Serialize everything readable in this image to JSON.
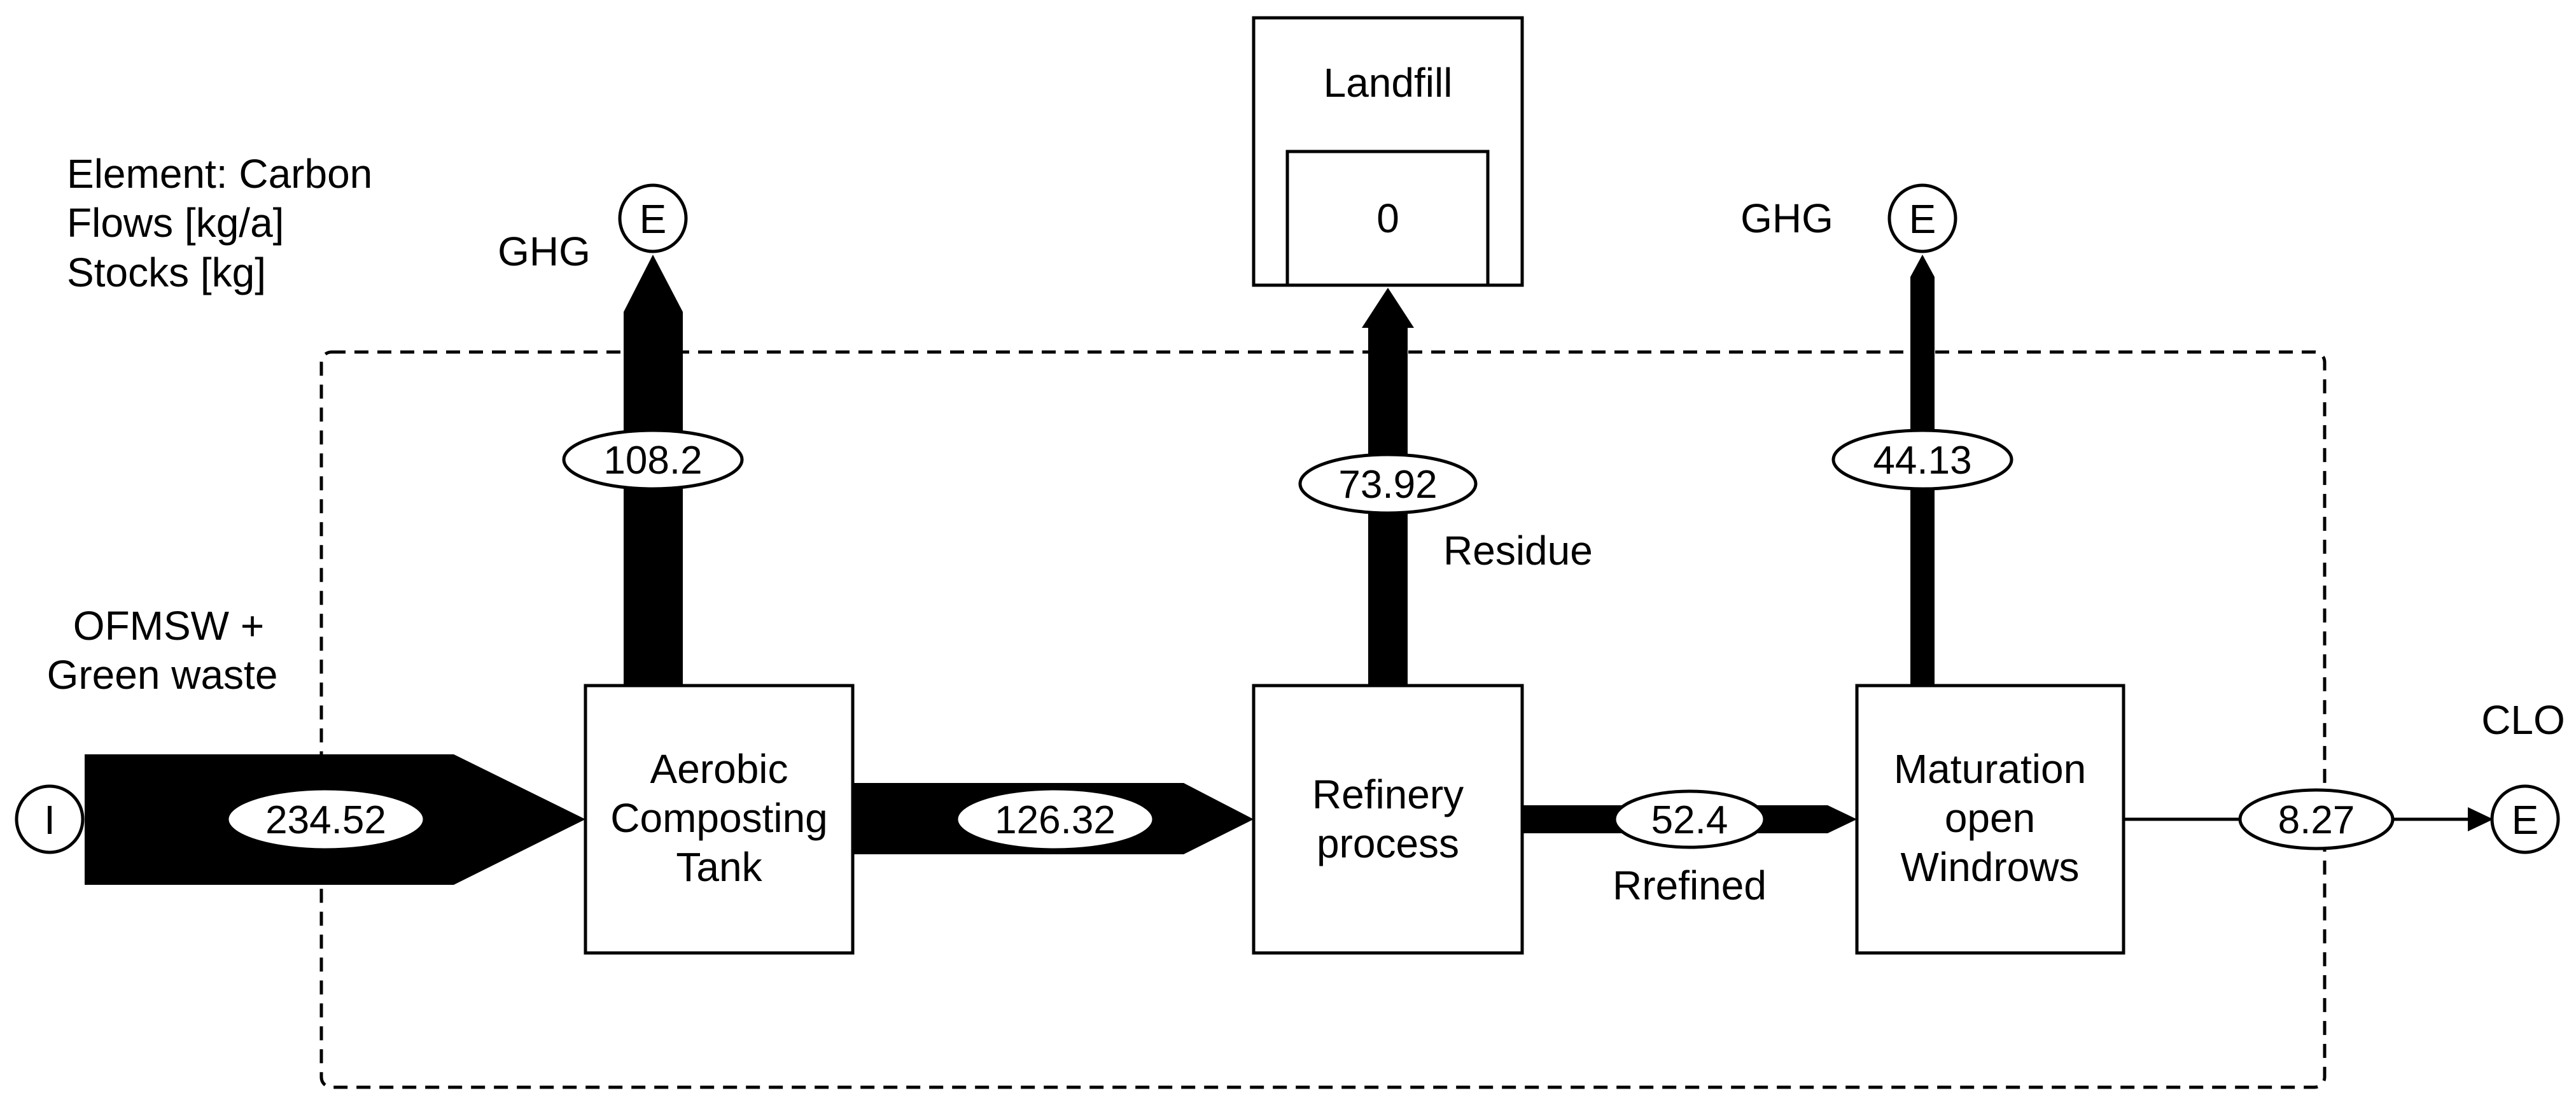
{
  "legend": {
    "element": "Element: Carbon",
    "flows": "Flows  [kg/a]",
    "stocks": "Stocks [kg]"
  },
  "nodes": {
    "import": "I",
    "export_ghg_1": "E",
    "export_ghg_2": "E",
    "export_clo": "E"
  },
  "processes": {
    "aerobic": [
      "Aerobic",
      "Composting",
      "Tank"
    ],
    "refinery": [
      "Refinery",
      "process"
    ],
    "maturation": [
      "Maturation",
      "open",
      "Windrows"
    ],
    "landfill": "Landfill",
    "landfill_stock": "0"
  },
  "flows": {
    "input": {
      "value": "234.52",
      "label": [
        "OFMSW +",
        "Green waste"
      ]
    },
    "aerobic_to_refinery": {
      "value": "126.32"
    },
    "aerobic_ghg": {
      "value": "108.2",
      "label": "GHG"
    },
    "residue": {
      "value": "73.92",
      "label": "Residue"
    },
    "refined": {
      "value": "52.4",
      "label": "Rrefined"
    },
    "maturation_ghg": {
      "value": "44.13",
      "label": "GHG"
    },
    "clo": {
      "value": "8.27",
      "label": "CLO"
    }
  },
  "colors": {
    "stroke": "#000000",
    "fill": "#000000",
    "background": "#ffffff"
  }
}
